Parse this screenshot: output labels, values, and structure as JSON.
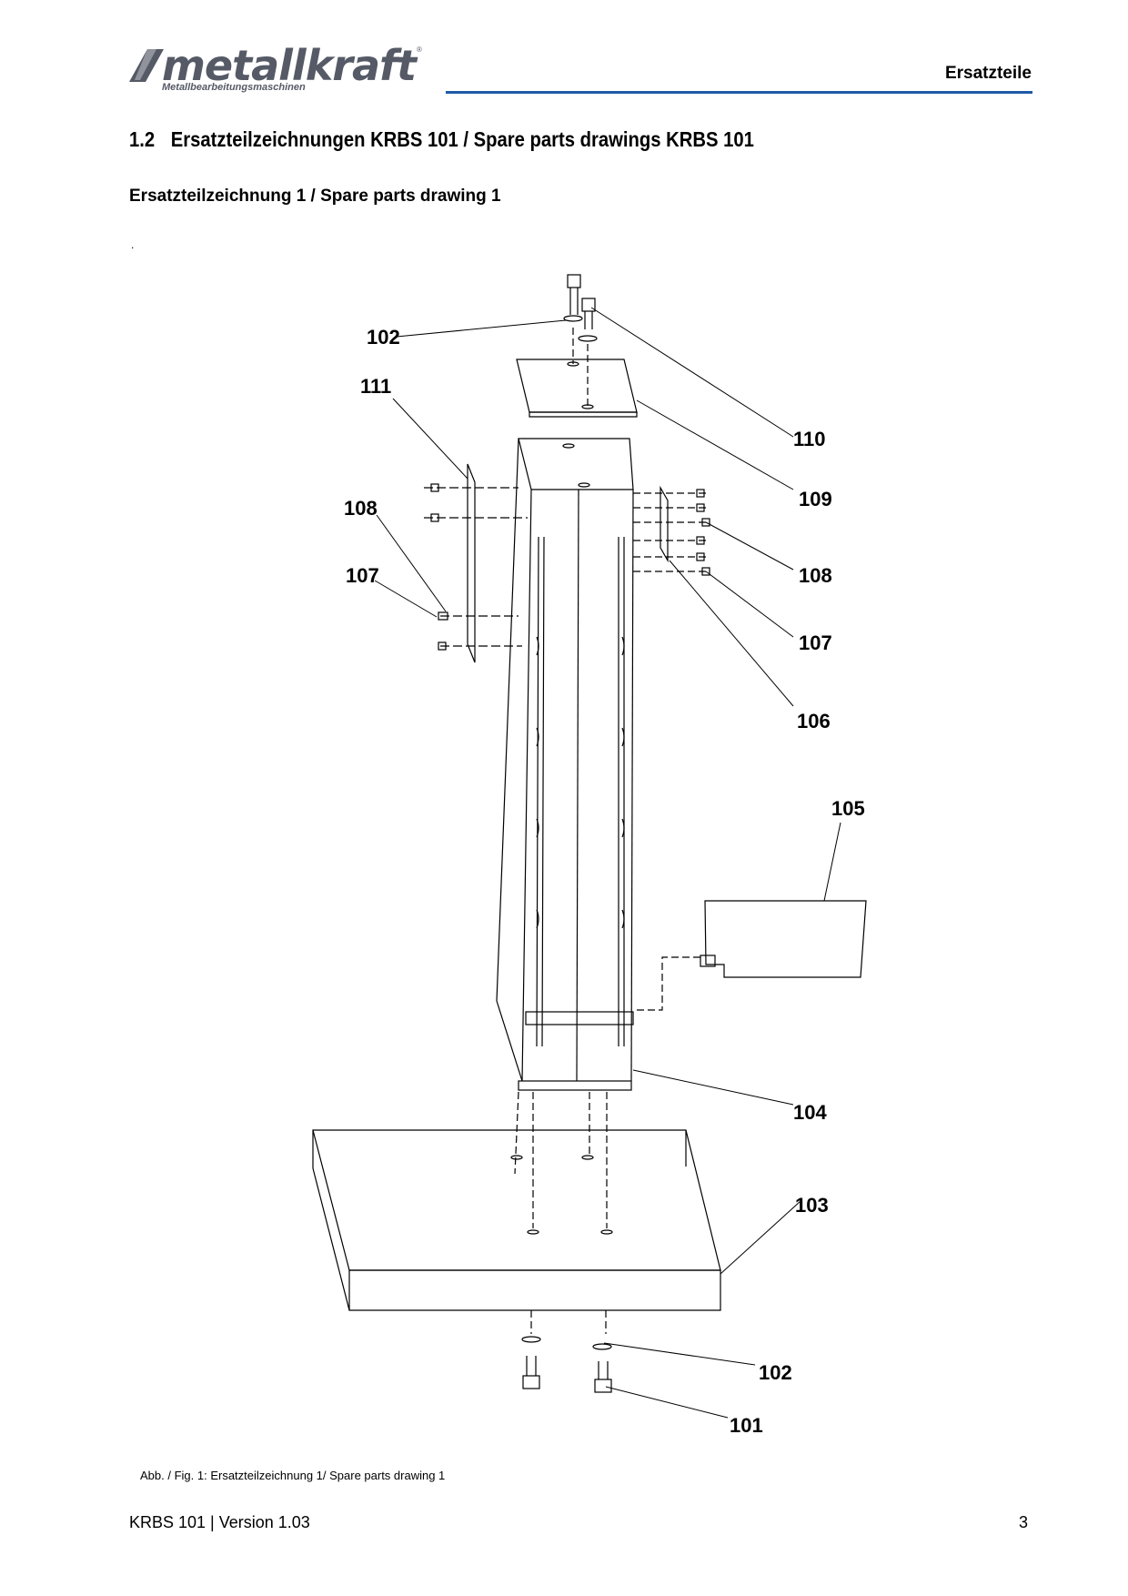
{
  "header": {
    "logo_text": "metallkraft",
    "logo_subtitle": "Metallbearbeitungsmaschinen",
    "section": "Ersatzteile"
  },
  "heading": {
    "number": "1.2",
    "title": "Ersatzteilzeichnungen KRBS 101 / Spare parts drawings KRBS 101"
  },
  "subheading": "Ersatzteilzeichnung 1 / Spare parts drawing 1",
  "stray_mark": ".",
  "drawing": {
    "labels": [
      "102",
      "110",
      "111",
      "109",
      "108",
      "107",
      "108",
      "107",
      "106",
      "105",
      "104",
      "103",
      "102",
      "101"
    ]
  },
  "caption": "Abb. / Fig. 1: Ersatzteilzeichnung 1/ Spare parts drawing 1",
  "footer": {
    "doc": "KRBS 101 | Version 1.03",
    "page": "3"
  },
  "colors": {
    "accent_rule": "#1f5aa8",
    "logo": "#555a66"
  }
}
